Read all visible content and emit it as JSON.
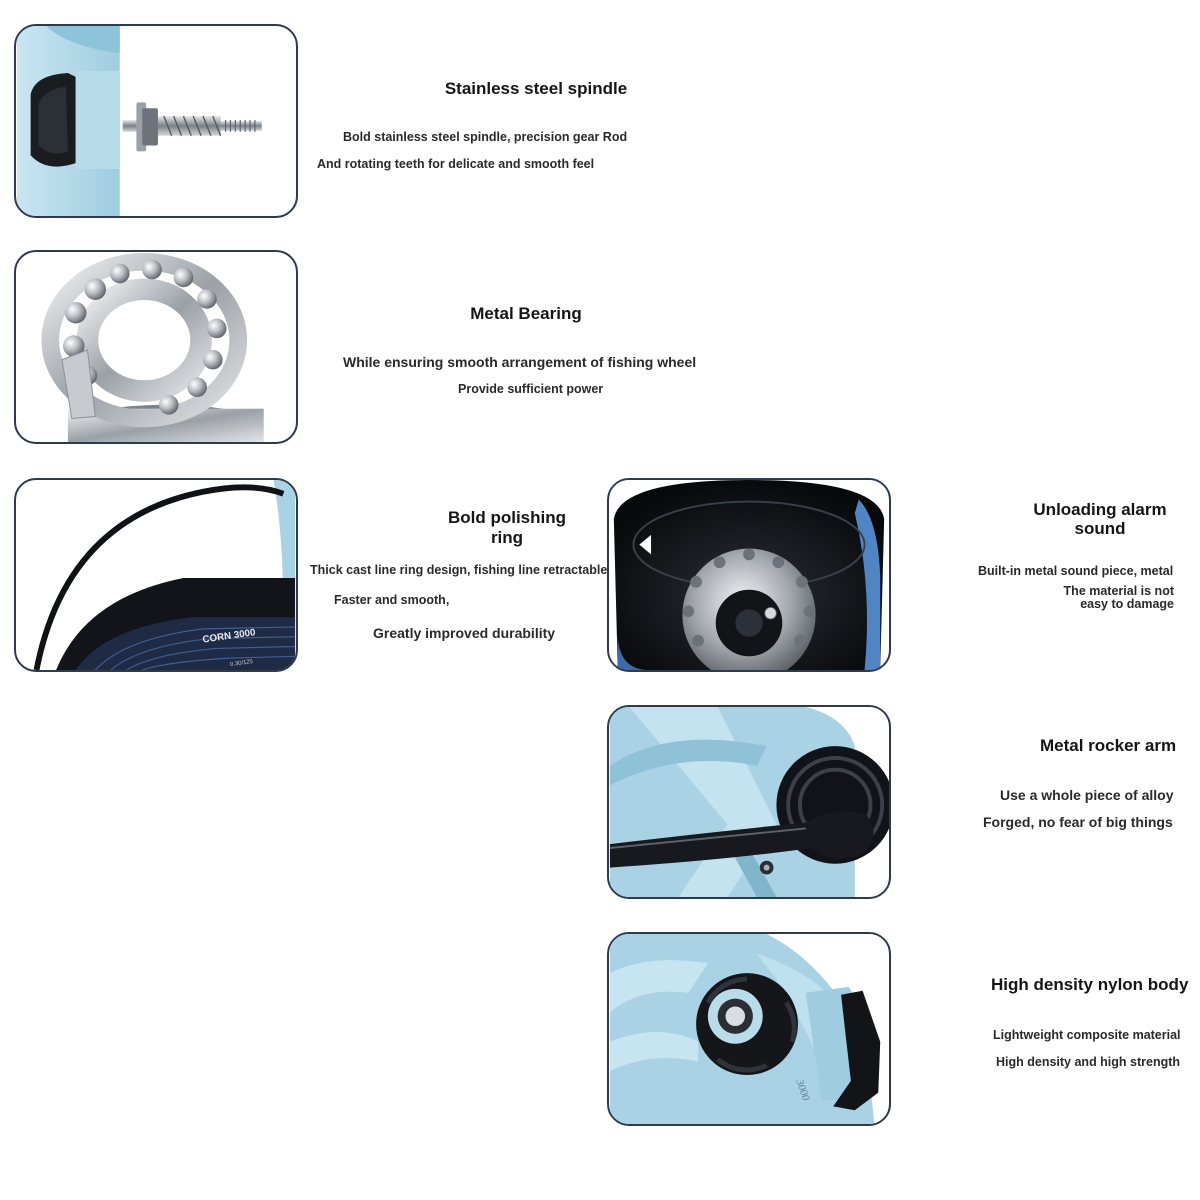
{
  "features": {
    "spindle": {
      "title": "Stainless steel spindle",
      "line1": "Bold stainless steel spindle, precision gear Rod",
      "line2": "And rotating teeth for delicate and smooth feel"
    },
    "bearing": {
      "title": "Metal Bearing",
      "line1": "While ensuring smooth arrangement of fishing wheel",
      "line2": "Provide sufficient power"
    },
    "ring": {
      "title_line1": "Bold polishing",
      "title_line2": "ring",
      "line1": "Thick cast line ring design, fishing line retractable",
      "line2": "Faster and smooth,",
      "line3": "Greatly improved durability",
      "spool_label": "CORN 3000",
      "spool_sub": "0.30/125"
    },
    "alarm": {
      "title_line1": "Unloading alarm",
      "title_line2": "sound",
      "line1": "Built-in metal sound piece, metal",
      "line2": "The material is not",
      "line3": "easy to damage"
    },
    "rocker": {
      "title": "Metal rocker arm",
      "line1": "Use a whole piece of alloy",
      "line2": "Forged, no fear of big things"
    },
    "body": {
      "title": "High density nylon body",
      "line1": "Lightweight composite material",
      "line2": "High density and high strength",
      "model_mark": "3000"
    }
  },
  "colors": {
    "panel_border": "#2d3a4f",
    "reel_blue": "#a9d3e4",
    "reel_dark": "#15181d",
    "metal": "#b7bcc2"
  }
}
